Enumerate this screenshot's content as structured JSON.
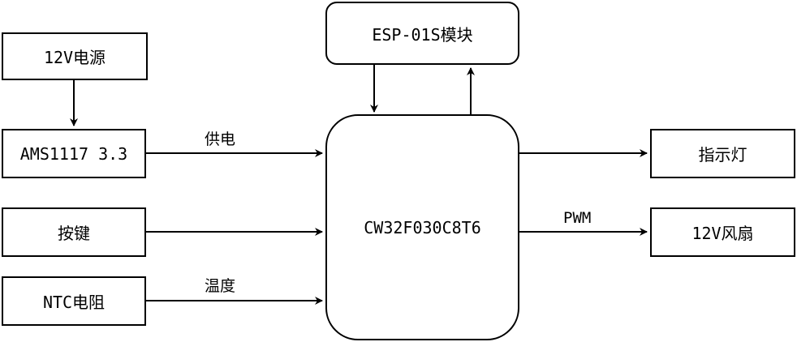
{
  "nodes": {
    "power_supply": "12V电源",
    "regulator": "AMS1117 3.3",
    "button": "按键",
    "ntc": "NTC电阻",
    "wifi": "ESP-01S模块",
    "mcu": "CW32F030C8T6",
    "indicator": "指示灯",
    "fan": "12V风扇"
  },
  "edges": {
    "regulator_to_mcu": "供电",
    "ntc_to_mcu": "温度",
    "mcu_to_fan": "PWM"
  }
}
